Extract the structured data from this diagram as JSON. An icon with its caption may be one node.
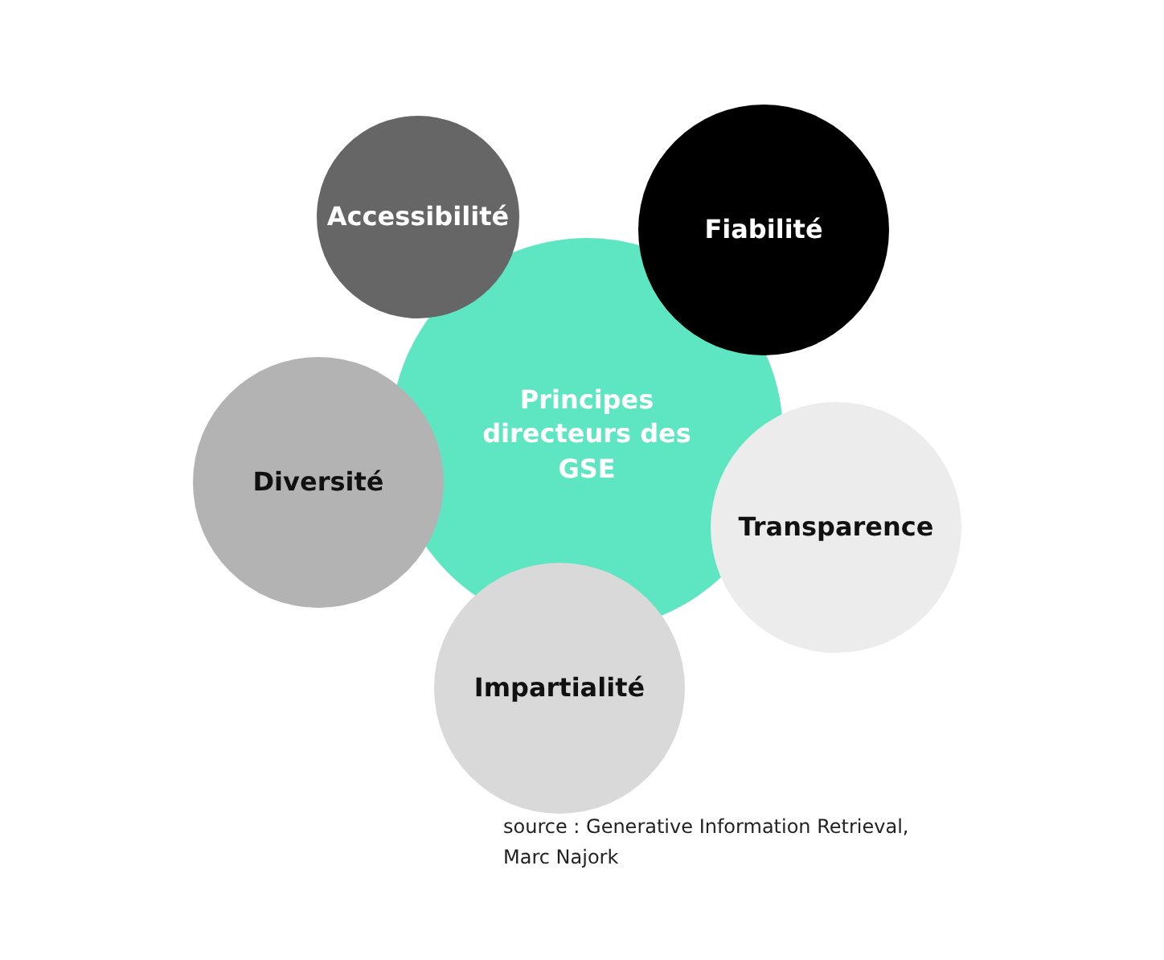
{
  "diagram": {
    "nodes": [
      {
        "text": [
          "Accessibilité"
        ]
      },
      {
        "text": [
          "Fiabilité"
        ]
      },
      {
        "text": [
          "Principes directeurs des GSE"
        ]
      },
      {
        "text": [
          "Diversité"
        ]
      },
      {
        "text": [
          "Transparence"
        ]
      },
      {
        "text": [
          "Impartialité"
        ]
      }
    ],
    "labels": [
      "source : Generative Information Retrieval, Marc Najork"
    ]
  }
}
